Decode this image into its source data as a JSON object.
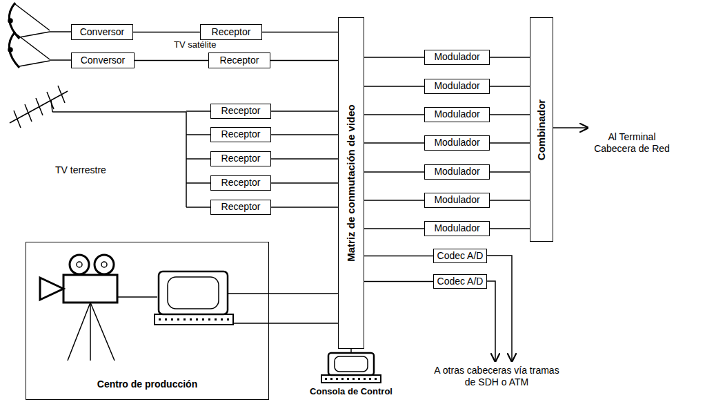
{
  "diagram": {
    "nodes": [
      {
        "text": [
          "Conversor"
        ]
      },
      {
        "text": [
          "Receptor"
        ]
      },
      {
        "text": [
          "Conversor"
        ]
      },
      {
        "text": [
          "Receptor"
        ]
      },
      {
        "text": [
          "Receptor"
        ]
      },
      {
        "text": [
          "Receptor"
        ]
      },
      {
        "text": [
          "Receptor"
        ]
      },
      {
        "text": [
          "Receptor"
        ]
      },
      {
        "text": [
          "Receptor"
        ]
      },
      {
        "text": [
          "Matriz de conmutación de video"
        ]
      },
      {
        "text": [
          "Modulador"
        ]
      },
      {
        "text": [
          "Modulador"
        ]
      },
      {
        "text": [
          "Modulador"
        ]
      },
      {
        "text": [
          "Modulador"
        ]
      },
      {
        "text": [
          "Modulador"
        ]
      },
      {
        "text": [
          "Modulador"
        ]
      },
      {
        "text": [
          "Modulador"
        ]
      },
      {
        "text": [
          "Codec A/D"
        ]
      },
      {
        "text": [
          "Codec A/D"
        ]
      },
      {
        "text": [
          "Combinador"
        ]
      },
      {
        "text": [
          "Centro de producción"
        ]
      }
    ],
    "edges": [
      {
        "from": 0,
        "to": 1,
        "arrow": "none"
      },
      {
        "from": 1,
        "to": 9,
        "arrow": "none"
      },
      {
        "from": 2,
        "to": 3,
        "arrow": "none"
      },
      {
        "from": 3,
        "to": 9,
        "arrow": "none"
      },
      {
        "from": 4,
        "to": 9,
        "arrow": "none"
      },
      {
        "from": 5,
        "to": 9,
        "arrow": "none"
      },
      {
        "from": 6,
        "to": 9,
        "arrow": "none"
      },
      {
        "from": 7,
        "to": 9,
        "arrow": "none"
      },
      {
        "from": 8,
        "to": 9,
        "arrow": "none"
      },
      {
        "from": 9,
        "to": 10,
        "arrow": "none"
      },
      {
        "from": 9,
        "to": 11,
        "arrow": "none"
      },
      {
        "from": 9,
        "to": 12,
        "arrow": "none"
      },
      {
        "from": 9,
        "to": 13,
        "arrow": "none"
      },
      {
        "from": 9,
        "to": 14,
        "arrow": "none"
      },
      {
        "from": 9,
        "to": 15,
        "arrow": "none"
      },
      {
        "from": 9,
        "to": 16,
        "arrow": "none"
      },
      {
        "from": 9,
        "to": 17,
        "arrow": "none"
      },
      {
        "from": 9,
        "to": 18,
        "arrow": "none"
      },
      {
        "from": 10,
        "to": 19,
        "arrow": "none"
      },
      {
        "from": 11,
        "to": 19,
        "arrow": "none"
      },
      {
        "from": 12,
        "to": 19,
        "arrow": "none"
      },
      {
        "from": 13,
        "to": 19,
        "arrow": "none"
      },
      {
        "from": 14,
        "to": 19,
        "arrow": "none"
      },
      {
        "from": 15,
        "to": 19,
        "arrow": "none"
      },
      {
        "from": 16,
        "to": 19,
        "arrow": "none"
      },
      {
        "from": 20,
        "to": 9,
        "arrow": "none"
      },
      {
        "from": 20,
        "to": 9,
        "arrow": "none"
      }
    ],
    "labels": [
      "TV satélite",
      "TV terrestre",
      "Al Terminal Cabecera de Red",
      "A otras cabeceras vía tramas de SDH o ATM",
      "Consola de Control"
    ]
  }
}
